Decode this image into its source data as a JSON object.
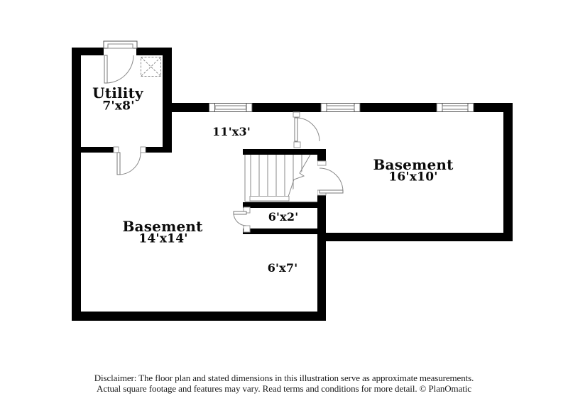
{
  "plan": {
    "rooms": [
      {
        "id": "utility",
        "name": "Utility",
        "dims": "7'x8'"
      },
      {
        "id": "hallway",
        "name": "",
        "dims": "11'x3'"
      },
      {
        "id": "basement-right",
        "name": "Basement",
        "dims": "16'x10'"
      },
      {
        "id": "basement-left",
        "name": "Basement",
        "dims": "14'x14'"
      },
      {
        "id": "stair-landing",
        "name": "",
        "dims": "6'x2'"
      },
      {
        "id": "nook",
        "name": "",
        "dims": "6'x7'"
      }
    ],
    "symbols": [
      "window-symbol",
      "door-swing-symbol",
      "stairs-symbol",
      "appliance-symbol"
    ]
  },
  "footer": {
    "line1": "Disclaimer: The floor plan and stated dimensions in this illustration serve as approximate measurements.",
    "line2": "Actual square footage and features may vary. Read terms and conditions for more detail. © PlanOmatic"
  },
  "colors": {
    "wall": "#000000",
    "detail_line": "#8a8a8a",
    "text": "#0a0a0a",
    "background": "#ffffff"
  }
}
